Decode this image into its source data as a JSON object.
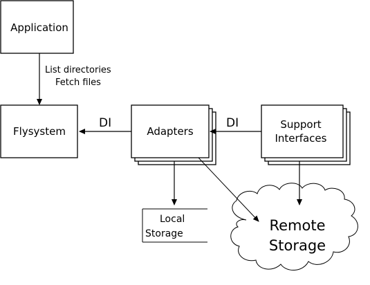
{
  "nodes": {
    "application": "Application",
    "flysystem": "Flysystem",
    "adapters": "Adapters",
    "support_interfaces_line1": "Support",
    "support_interfaces_line2": "Interfaces",
    "local_storage_line1": "Local",
    "local_storage_line2": "Storage",
    "remote_storage_line1": "Remote",
    "remote_storage_line2": "Storage"
  },
  "edges": {
    "app_to_flysystem_line1": "List directories",
    "app_to_flysystem_line2": "Fetch files",
    "adapters_to_flysystem": "DI",
    "support_to_adapters": "DI"
  }
}
